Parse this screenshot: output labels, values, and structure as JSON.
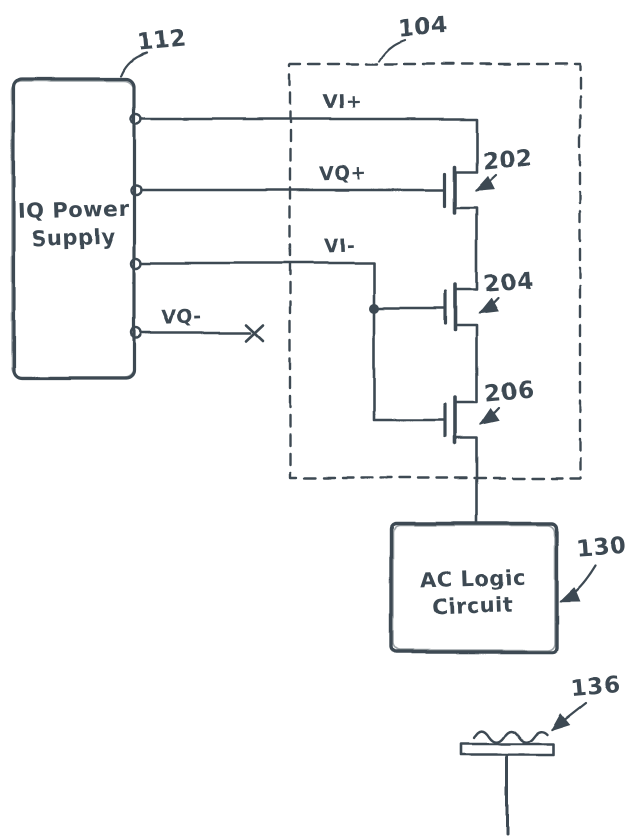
{
  "colors": {
    "ink": "#3e4a52",
    "background": "#ffffff"
  },
  "power_supply": {
    "label_line1": "IQ Power",
    "label_line2": "Supply",
    "ref": "112"
  },
  "dashed_region": {
    "ref": "104"
  },
  "signals": {
    "vi_plus": "VI+",
    "vq_plus": "VQ+",
    "vi_minus": "VI-",
    "vq_minus": "VQ-"
  },
  "transistors": [
    {
      "ref": "202"
    },
    {
      "ref": "204"
    },
    {
      "ref": "206"
    }
  ],
  "logic_block": {
    "label_line1": "AC Logic",
    "label_line2": "Circuit",
    "ref": "130"
  },
  "antenna": {
    "ref": "136"
  }
}
